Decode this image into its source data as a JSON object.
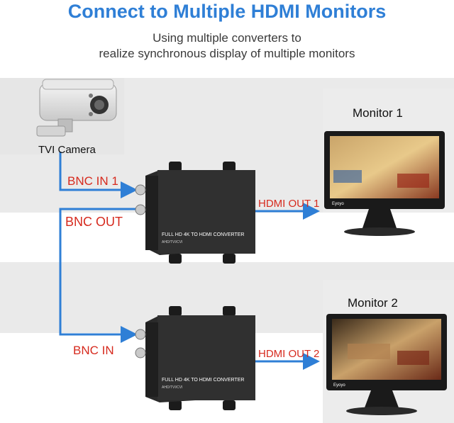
{
  "title": "Connect to Multiple HDMI Monitors",
  "subtitle_line1": "Using multiple converters to",
  "subtitle_line2": "realize synchronous display of multiple monitors",
  "camera_label": "TVI Camera",
  "monitor1_label": "Monitor 1",
  "monitor2_label": "Monitor 2",
  "bnc_in_1": "BNC IN 1",
  "bnc_out": "BNC OUT",
  "bnc_in": "BNC IN",
  "hdmi_out_1": "HDMI OUT 1",
  "hdmi_out_2": "HDMI OUT 2",
  "converter_text": "FULL HD 4K TO HDMI CONVERTER",
  "converter_subtext": "AHD/TVI/CVI",
  "monitor_brand": "Eyoyo",
  "colors": {
    "title": "#2f7fd6",
    "arrow": "#2f7fd6",
    "label_red": "#d62a1e",
    "band": "#eaeaea"
  }
}
